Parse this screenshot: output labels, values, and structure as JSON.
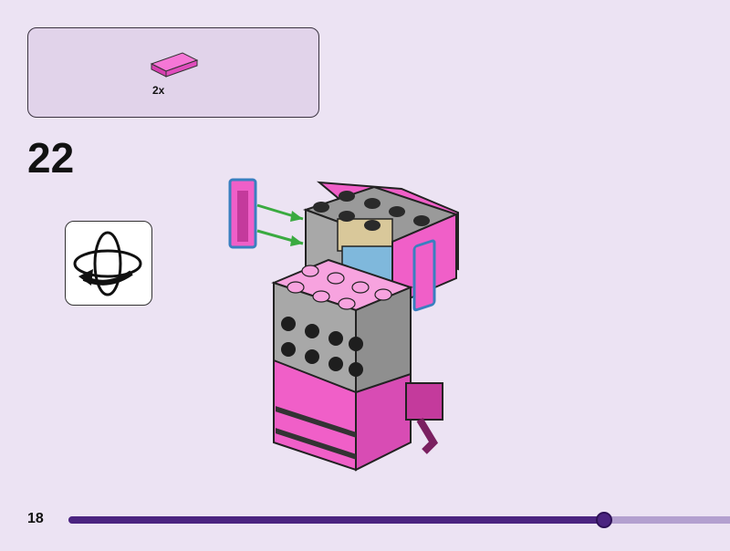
{
  "parts_list": {
    "items": [
      {
        "part": "pink-tile-1x2",
        "quantity": "2x"
      }
    ]
  },
  "step_number": "22",
  "rotate_icon": "rotate-model-icon",
  "page_number": "18",
  "progress": {
    "fraction": 0.81
  },
  "colors": {
    "background": "#ece3f3",
    "parts_box": "#e1d3ea",
    "progress_fill": "#4b2480",
    "progress_track": "#b3a0cf",
    "pink": "#f05fc8"
  }
}
